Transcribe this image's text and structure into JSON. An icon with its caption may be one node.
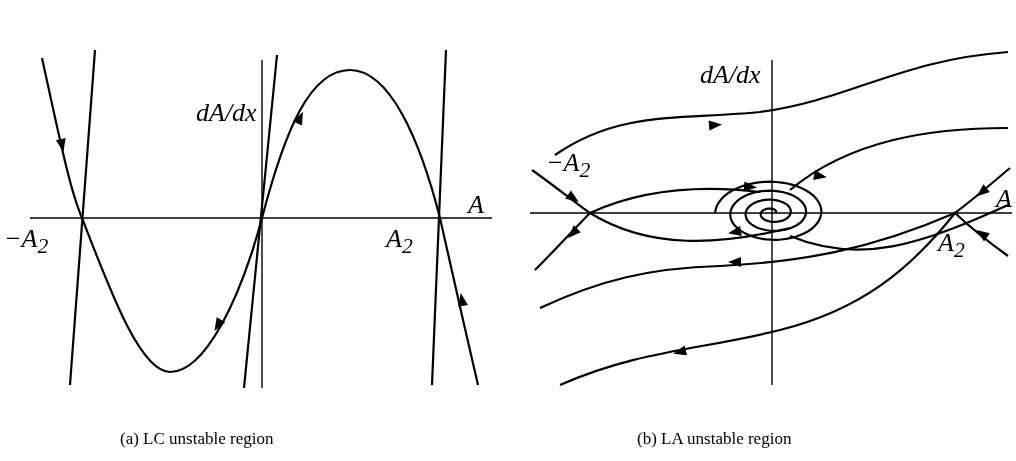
{
  "diagram": {
    "labels": [
      "dA/dx",
      "A",
      "−A$_{2}$",
      "A$_{2}$",
      "dA/dx",
      "−A$_{2}$",
      "A",
      "A$_{2}$",
      "(a) LC unstable region",
      "(b) LA unstable region"
    ]
  }
}
